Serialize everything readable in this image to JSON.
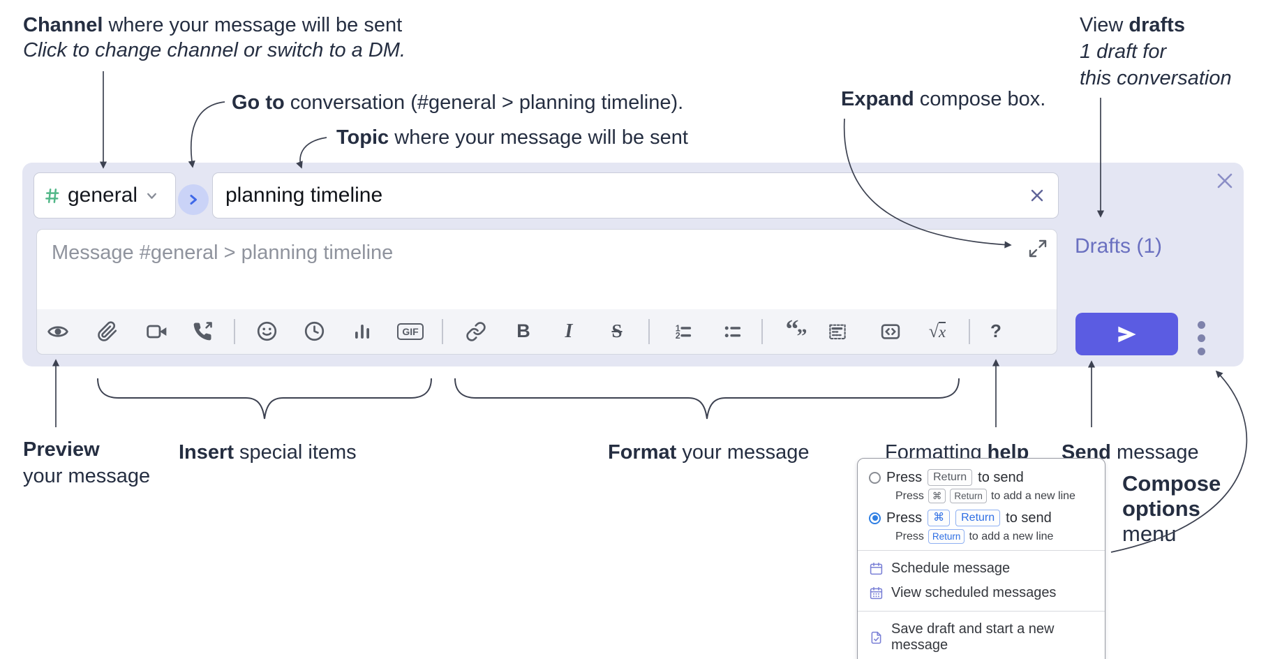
{
  "annotations": {
    "channel": {
      "bold": "Channel",
      "rest": " where your message will be sent",
      "sub": "Click to change channel or switch to a DM."
    },
    "goto": {
      "bold": "Go to",
      "rest": " conversation (#general > planning timeline)."
    },
    "topic": {
      "bold": "Topic",
      "rest": " where your message will be sent"
    },
    "expand": {
      "bold": "Expand",
      "rest": " compose box."
    },
    "view_drafts": {
      "pre": "View ",
      "bold": "drafts",
      "line2": "1 draft for",
      "line3": "this conversation"
    },
    "preview": {
      "bold": "Preview",
      "rest": "your message"
    },
    "insert": {
      "bold": "Insert",
      "rest": " special items"
    },
    "format": {
      "bold": "Format",
      "rest": " your message"
    },
    "help": {
      "pre": "Formatting ",
      "bold": "help"
    },
    "send": {
      "bold": "Send",
      "rest": " message"
    },
    "compose_options": {
      "line1": "Compose",
      "line2": "options",
      "line3": "menu"
    }
  },
  "compose": {
    "channel_selector": {
      "hash": "#",
      "name": "general"
    },
    "topic_input": {
      "value": "planning timeline"
    },
    "message_input": {
      "placeholder": "Message #general > planning timeline"
    },
    "drafts_link": "Drafts (1)",
    "toolbar_names": [
      "preview",
      "attach-file",
      "start-video-call",
      "start-voice-call",
      "emoji",
      "add-global-time",
      "poll",
      "gif",
      "link",
      "bold",
      "italic",
      "strikethrough",
      "numbered-list",
      "bulleted-list",
      "quote",
      "spoiler",
      "code",
      "math",
      "help"
    ],
    "glyphs": {
      "gif": "GIF",
      "bold": "B",
      "italic": "I",
      "strike": "S",
      "math_root": "√",
      "math_var": "x",
      "help": "?",
      "quote_open": "“",
      "quote_close": "”",
      "ol1": "1",
      "ol2": "2"
    }
  },
  "menu": {
    "opt1": {
      "press": "Press",
      "key": "Return",
      "rest": "to send"
    },
    "opt1_sub": {
      "press": "Press",
      "key1": "⌘",
      "key2": "Return",
      "rest": "to add a new line"
    },
    "opt2": {
      "press": "Press",
      "key1": "⌘",
      "key2": "Return",
      "rest": "to send"
    },
    "opt2_sub": {
      "press": "Press",
      "key": "Return",
      "rest": "to add a new line"
    },
    "items": [
      "Schedule message",
      "View scheduled messages",
      "Save draft and start a new message"
    ]
  },
  "colors": {
    "accent_send": "#5b5ce2",
    "compose_bg": "#e4e6f3",
    "drafts_link": "#6a70c0",
    "toolbar_icon": "#575c66",
    "hash_green": "#52b788",
    "kbd_blue": "#2f6fe4",
    "radio_selected": "#2f7fe3",
    "menu_icon_purple": "#7a80d6",
    "annotation_text": "#252e41"
  }
}
